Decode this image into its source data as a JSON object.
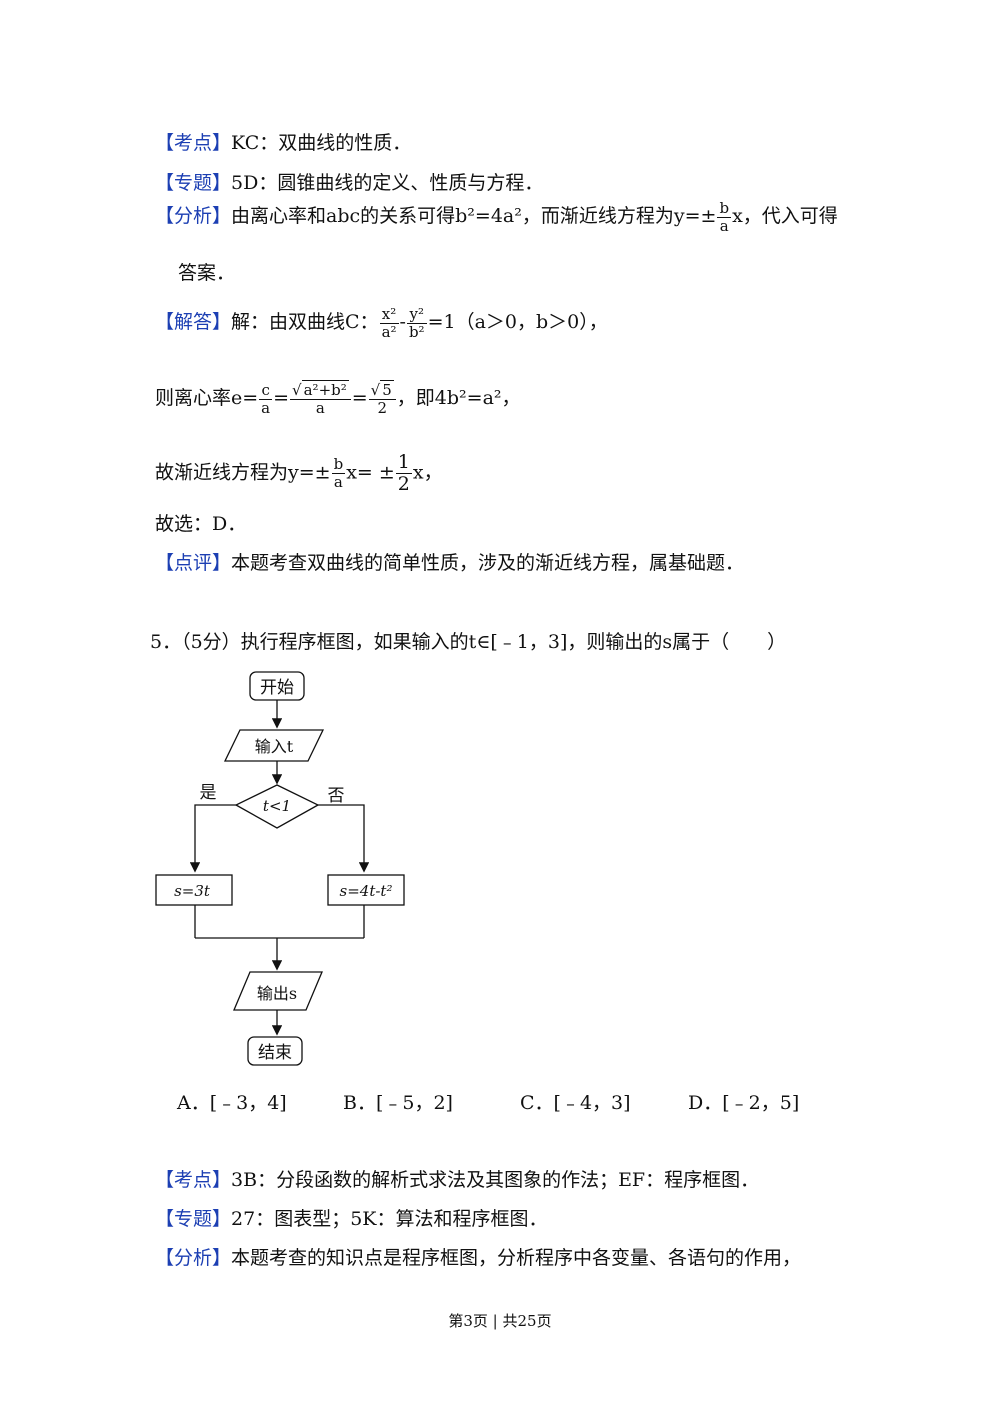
{
  "blocks": {
    "kaodian1": {
      "tag": "【考点】",
      "text": "KC：双曲线的性质．"
    },
    "zhuanti1": {
      "tag": "【专题】",
      "text": "5D：圆锥曲线的定义、性质与方程．"
    },
    "fenxi1": {
      "tag": "【分析】",
      "pre": "由离心率和abc的关系可得b²=4a²，而渐近线方程为y=±",
      "frac_num": "b",
      "frac_den": "a",
      "post": "x，代入可得",
      "cont": "答案．"
    },
    "jieda": {
      "tag": "【解答】",
      "pre": "解：由双曲线C：",
      "f1n": "x²",
      "f1d": "a²",
      "minus": "-",
      "f2n": "y²",
      "f2d": "b²",
      "post": "=1（a＞0，b＞0），"
    },
    "ecc": {
      "pre": "则离心率e=",
      "f1n": "c",
      "f1d": "a",
      "eq1": "=",
      "f2n": "a²+b²",
      "f2d": "a",
      "eq2": "=",
      "f3n": "5",
      "f3d": "2",
      "post": "，即4b²=a²，"
    },
    "asym": {
      "pre": "故渐近线方程为y=±",
      "f1n": "b",
      "f1d": "a",
      "mid": "x= ±",
      "f2n": "1",
      "f2d": "2",
      "post": "x，"
    },
    "select": {
      "text": "故选：D．"
    },
    "dianping": {
      "tag": "【点评】",
      "text": "本题考查双曲线的简单性质，涉及的渐近线方程，属基础题．"
    }
  },
  "question": {
    "text": "5．（5分）执行程序框图，如果输入的t∈[﹣1，3]，则输出的s属于（　　）"
  },
  "flowchart": {
    "start": "开始",
    "input": "输入t",
    "condition": "t<1",
    "yes": "是",
    "no": "否",
    "left_box": "s=3t",
    "right_box": "s=4t-t²",
    "output": "输出s",
    "end": "结束"
  },
  "choices": [
    {
      "label": "A．[﹣3，4]"
    },
    {
      "label": "B．[﹣5，2]"
    },
    {
      "label": "C．[﹣4，3]"
    },
    {
      "label": "D．[﹣2，5]"
    }
  ],
  "blocks2": {
    "kaodian": {
      "tag": "【考点】",
      "text": "3B：分段函数的解析式求法及其图象的作法；EF：程序框图．"
    },
    "zhuanti": {
      "tag": "【专题】",
      "text": "27：图表型；5K：算法和程序框图．"
    },
    "fenxi": {
      "tag": "【分析】",
      "text": "本题考查的知识点是程序框图，分析程序中各变量、各语句的作用，"
    }
  },
  "footer": {
    "text": "第3页 | 共25页"
  },
  "colors": {
    "tag": "#1c3fb3"
  }
}
